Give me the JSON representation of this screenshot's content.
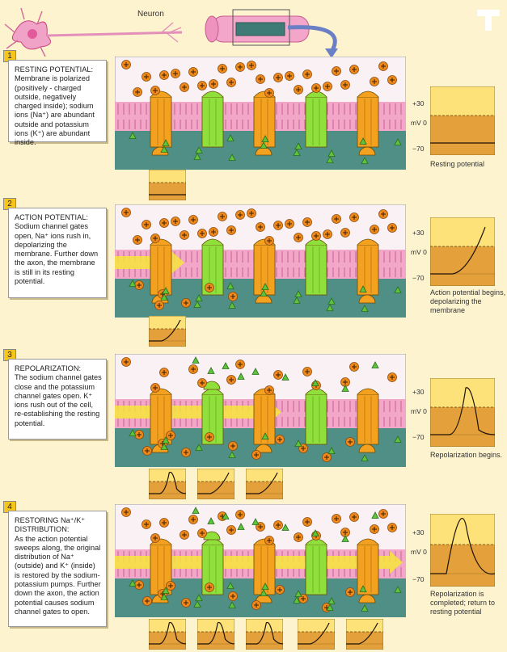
{
  "header": {
    "neuron_label": "Neuron"
  },
  "steps": [
    {
      "number": "1",
      "title": "RESTING POTENTIAL:",
      "text": "Membrane is polarized (positively - charged outside, negatively charged inside); sodium ions (Na⁺) are abundant outside and potassium ions (K⁺) are abundant inside.",
      "caption": "Resting potential"
    },
    {
      "number": "2",
      "title": "ACTION POTENTIAL:",
      "text": "Sodium channel gates open, Na⁺ ions rush in, depolarizing the membrane. Further down the axon, the membrane is still in its resting potential.",
      "caption": "Action potential begins, depolarizing the membrane"
    },
    {
      "number": "3",
      "title": "REPOLARIZATION:",
      "text": "The sodium channel gates close and the potassium channel gates open. K⁺ ions rush out of the cell, re-establishing the resting potential.",
      "caption": "Repolarization begins."
    },
    {
      "number": "4",
      "title": "RESTORING Na⁺/K⁺ DISTRIBUTION:",
      "text": "As the action potential sweeps along, the original distribution of Na⁺ (outside) and K⁺ (inside) is restored by the sodium-potassium pumps. Further down the axon, the action potential causes sodium channel gates to open.",
      "caption": "Repolarization is completed; return to resting potential"
    }
  ],
  "graph_axis": {
    "top": "+30",
    "mid": "mV 0",
    "bottom": "−70"
  },
  "colors": {
    "background": "#fdf3cf",
    "membrane": "#f2a6c8",
    "inside": "#4f8f86",
    "outside": "#faf1f4",
    "sodium_channel": "#f3a11f",
    "potassium_channel": "#8fe03a",
    "ion_orange": "#ef8a1a",
    "ion_green": "#5ec43c",
    "signal_arrow": "#f7e53a",
    "graph_top": "#fde27a",
    "graph_bottom": "#e4a03a"
  }
}
